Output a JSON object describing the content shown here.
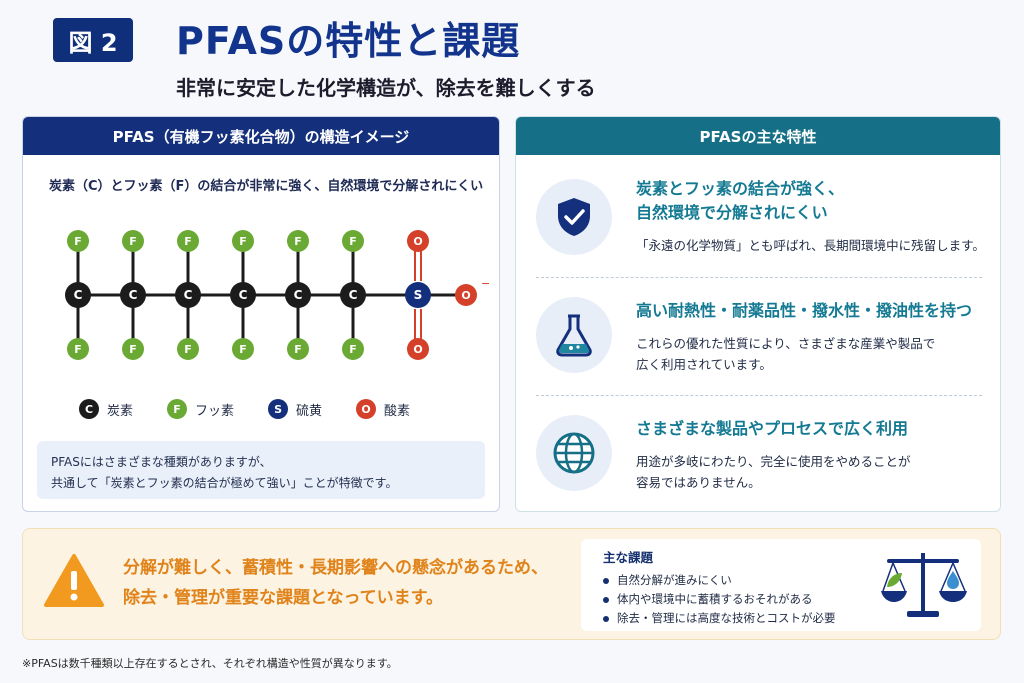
{
  "header": {
    "badge": "図 2",
    "title": "PFASの特性と課題",
    "subtitle": "非常に安定した化学構造が、除去を難しくする"
  },
  "structure_panel": {
    "title": "PFAS（有機フッ素化合物）の構造イメージ",
    "description": "炭素（C）とフッ素（F）の結合が非常に強く、自然環境で分解されにくい",
    "atoms": {
      "carbon": "C",
      "fluorine": "F",
      "sulfur": "S",
      "oxygen": "O"
    },
    "charge": "−",
    "legend": [
      {
        "symbol": "C",
        "label": "炭素",
        "color": "#1c1c1c"
      },
      {
        "symbol": "F",
        "label": "フッ素",
        "color": "#6aaa34"
      },
      {
        "symbol": "S",
        "label": "硫黄",
        "color": "#142f7c"
      },
      {
        "symbol": "O",
        "label": "酸素",
        "color": "#d5402a"
      }
    ],
    "note_line1": "PFASにはさまざまな種類がありますが、",
    "note_line2": "共通して「炭素とフッ素の結合が極めて強い」ことが特徴です。"
  },
  "features_panel": {
    "title": "PFASの主な特性",
    "items": [
      {
        "icon": "shield-check-icon",
        "title_line1": "炭素とフッ素の結合が強く、",
        "title_line2": "自然環境で分解されにくい",
        "text_line1": "「永遠の化学物質」とも呼ばれ、長期間環境中に残留します。",
        "text_line2": ""
      },
      {
        "icon": "flask-icon",
        "title_line1": "高い耐熱性・耐薬品性・撥水性・撥油性を持つ",
        "title_line2": "",
        "text_line1": "これらの優れた性質により、さまざまな産業や製品で",
        "text_line2": "広く利用されています。"
      },
      {
        "icon": "globe-icon",
        "title_line1": "さまざまな製品やプロセスで広く利用",
        "title_line2": "",
        "text_line1": "用途が多岐にわたり、完全に使用をやめることが",
        "text_line2": "容易ではありません。"
      }
    ]
  },
  "warning": {
    "line1": "分解が難しく、蓄積性・長期影響への懸念があるため、",
    "line2": "除去・管理が重要な課題となっています。",
    "issues_title": "主な課題",
    "issues": [
      "自然分解が進みにくい",
      "体内や環境中に蓄積するおそれがある",
      "除去・管理には高度な技術とコストが必要"
    ]
  },
  "footnote": "※PFASは数千種類以上存在するとされ、それぞれ構造や性質が異なります。",
  "colors": {
    "navy": "#142f7c",
    "teal": "#156f86",
    "orange": "#e0831a",
    "fluorine": "#6aaa34",
    "oxygen": "#d5402a"
  }
}
